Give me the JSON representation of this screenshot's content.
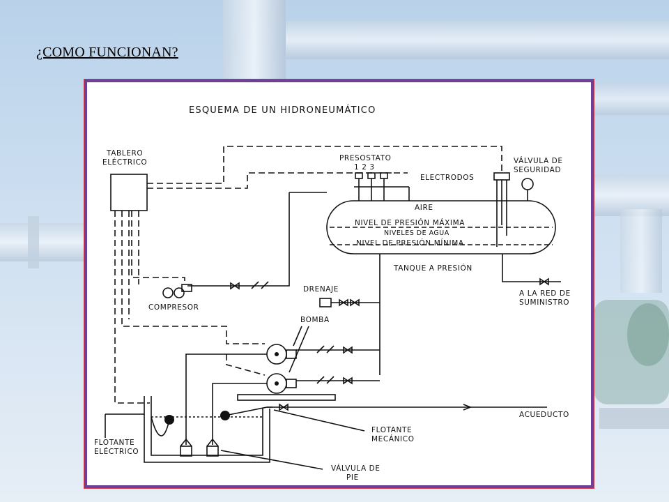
{
  "slide": {
    "title": "¿COMO FUNCIONAN?"
  },
  "diagram": {
    "title": "ESQUEMA DE UN HIDRONEUMÁTICO",
    "labels": {
      "tablero_1": "TABLERO",
      "tablero_2": "ELÉCTRICO",
      "presostato": "PRESOSTATO",
      "presostato_nums": "1  2  3",
      "valvula_seg_1": "VÁLVULA DE",
      "valvula_seg_2": "SEGURIDAD",
      "electrodos": "ELECTRODOS",
      "aire": "AIRE",
      "nivel_max": "NIVEL DE PRESIÓN MÁXIMA",
      "niveles_agua": "NIVELES DE AGUA",
      "nivel_min": "NIVEL DE PRESIÓN MÍNIMA",
      "tanque": "TANQUE A PRESIÓN",
      "red_1": "A LA RED DE",
      "red_2": "SUMINISTRO",
      "drenaje": "DRENAJE",
      "compresor": "COMPRESOR",
      "bomba": "BOMBA",
      "acueducto": "ACUEDUCTO",
      "flot_mec_1": "FLOTANTE",
      "flot_mec_2": "MECÁNICO",
      "flot_elec_1": "FLOTANTE",
      "flot_elec_2": "ELÉCTRICO",
      "valvula_pie_1": "VÁLVULA DE",
      "valvula_pie_2": "PIE"
    }
  }
}
